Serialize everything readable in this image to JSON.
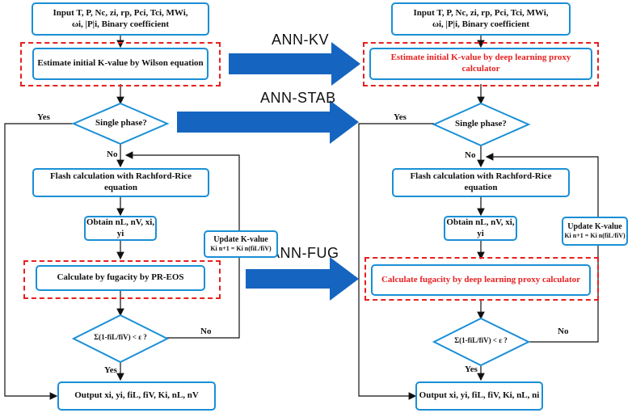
{
  "left": {
    "input_line1": "Input T, P, Nc, zi, rp, Pci, Tci, MWi,",
    "input_line2": "ωi, |P|i, Binary coefficient",
    "init_k": "Estimate initial K-value by Wilson equation",
    "single_phase": "Single phase?",
    "yes": "Yes",
    "no": "No",
    "flash": "Flash calculation with Rachford-Rice equation",
    "obtain": "Obtain nL, nV, xi, yi",
    "fugacity": "Calculate by fugacity by PR-EOS",
    "update_title": "Update K-value",
    "update_formula": "Ki n+1 = Ki n(fiL/fiV)",
    "converge": "Σ(1-fiL/fiV) < ε ?",
    "output": "Output xi, yi, fiL, fiV, Ki, nL, nV"
  },
  "right": {
    "input_line1": "Input T, P, Nc, zi, rp, Pci, Tci, MWi,",
    "input_line2": "ωi, |P|i, Binary coefficient",
    "init_k": "Estimate initial K-value by deep learning proxy calculator",
    "single_phase": "Single phase?",
    "yes": "Yes",
    "no": "No",
    "flash": "Flash calculation with Rachford-Rice equation",
    "obtain": "Obtain nL, nV, xi, yi",
    "fugacity": "Calculate fugacity by deep learning proxy calculator",
    "update_title": "Update K-value",
    "update_formula": "Ki n+1 = Ki n(fiL/fiV)",
    "converge": "Σ(1-fiL/fiV) < ε ?",
    "output": "Output xi, yi, fiL, fiV, Ki, nL, ni"
  },
  "annotations": {
    "kv": "ANN-KV",
    "stab": "ANN-STAB",
    "fug": "ANN-FUG"
  },
  "colors": {
    "box_border": "#1a8fd6",
    "highlight": "#e62020",
    "arrow_fill": "#1565c0"
  }
}
